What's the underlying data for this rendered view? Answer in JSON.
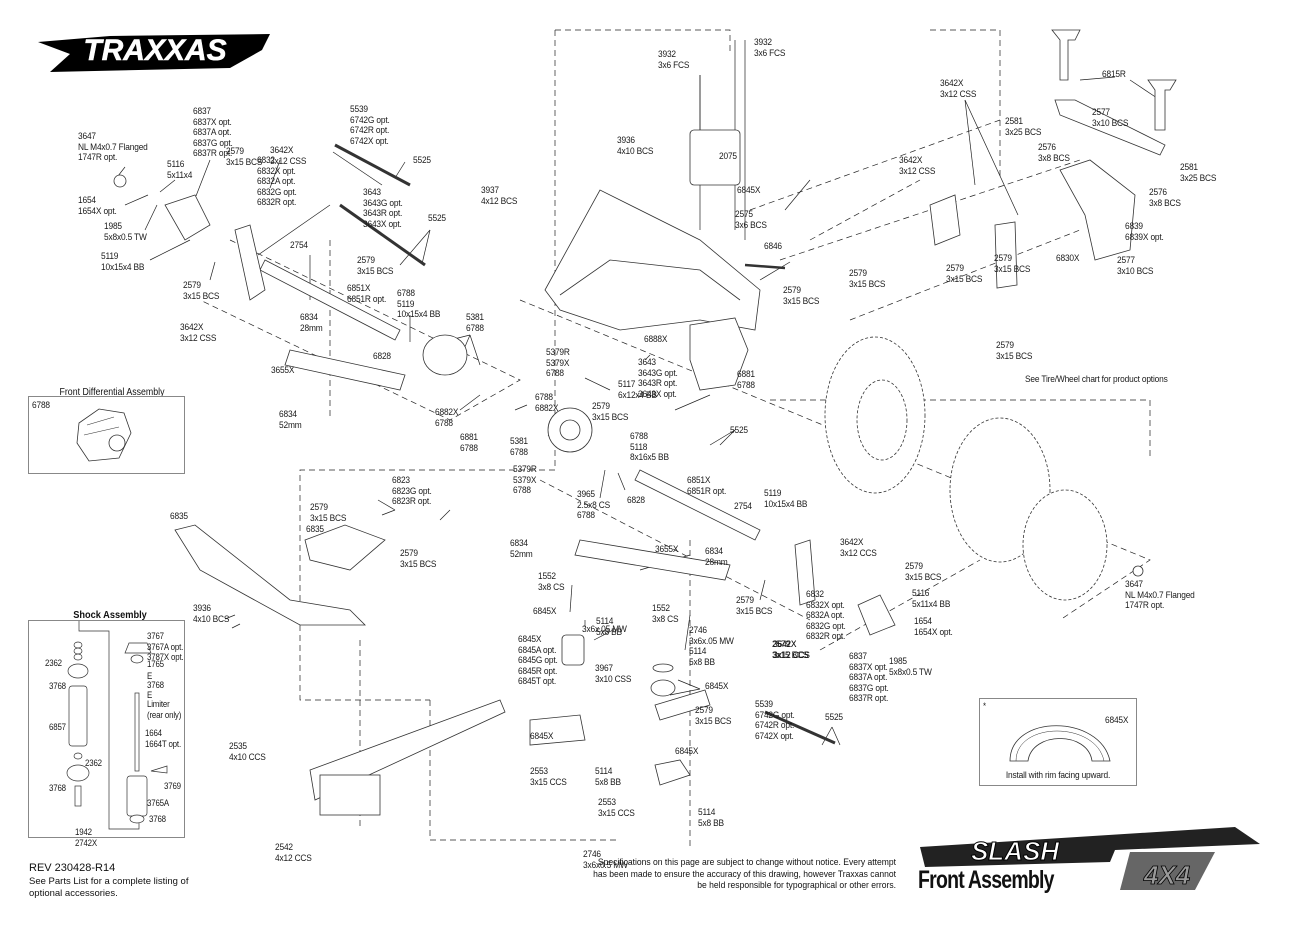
{
  "brand": {
    "logo_text": "TRAXXAS",
    "product_logo": "SLASH",
    "product_badge": "4X4"
  },
  "document": {
    "title": "Front Assembly",
    "revision": "REV 230428-R14",
    "parts_list_note": "See Parts List for a complete listing of optional accessories.",
    "disclaimer": "Specifications on this page are subject to change without notice.  Every attempt has been made to ensure the accuracy of this drawing, however Traxxas cannot be held responsible for typographical or other errors.",
    "tire_note": "See Tire/Wheel chart for product options"
  },
  "insets": {
    "front_differential": {
      "title": "Front Differential Assembly",
      "part": "6788"
    },
    "shock_assembly": {
      "title": "Shock Assembly",
      "labels": [
        "2362",
        "3768",
        "6857",
        "2362",
        "3768",
        "1942\n2742X",
        "3767\n3767A opt.\n3787X opt.",
        "1765",
        "E",
        "3768",
        "E",
        "Limiter\n(rear only)",
        "1664\n1664T opt.",
        "3769",
        "3765A",
        "3768"
      ]
    },
    "bumper_note": {
      "part": "6845X",
      "note": "Install with rim facing upward.",
      "marker": "*"
    }
  },
  "callouts": [
    "3647\nNL M4x0.7 Flanged\n1747R opt.",
    "5116\n5x11x4",
    "6837\n6837X opt.\n6837A opt.\n6837G opt.\n6837R opt.",
    "2579\n3x15 BCS",
    "3642X\n3x12 CSS",
    "1654\n1654X opt.",
    "1985\n5x8x0.5 TW",
    "5119\n10x15x4 BB",
    "2579\n3x15 BCS",
    "6832\n6832X opt.\n6832A opt.\n6832G opt.\n6832R opt.",
    "5539\n6742G opt.\n6742R opt.\n6742X opt.",
    "5525",
    "3643\n3643G opt.\n3643R opt.\n3643X opt.",
    "5525",
    "2754",
    "2579\n3x15 BCS",
    "6851X\n6851R opt.",
    "6788\n5119\n10x15x4 BB",
    "3642X\n3x12 CSS",
    "6834\n28mm",
    "6828",
    "3655X",
    "5381\n6788",
    "6834\n52mm",
    "3937\n4x12 BCS",
    "3936\n4x10 BCS",
    "3932\n3x6 FCS",
    "3932\n3x6 FCS",
    "2075",
    "6845X",
    "2575\n3x6 BCS",
    "6846",
    "2579\n3x15 BCS",
    "6888X",
    "5379R\n5379X\n6788",
    "5117\n6x12x4 BB",
    "6788\n6882X",
    "6882X\n6788",
    "2579\n3x15 BCS",
    "3643\n3643G opt.\n3643R opt.\n3643X opt.",
    "6881\n6788",
    "5381\n6788",
    "5379R\n5379X\n6788",
    "6788\n5118\n8x16x5 BB",
    "5525",
    "3965\n2.5x8 CS\n6788",
    "6828",
    "6851X\n6851R opt.",
    "2754",
    "5119\n10x15x4 BB",
    "6881\n6788",
    "6823\n6823G opt.\n6823R opt.",
    "2579\n3x15 BCS",
    "6835",
    "6835",
    "2579\n3x15 BCS",
    "3936\n4x10 BCS",
    "6834\n52mm",
    "3655X",
    "6834\n28mm",
    "2579\n3x15 BCS",
    "3642X\n3x12 CCS",
    "6832\n6832X opt.\n6832A opt.\n6832G opt.\n6832R opt.",
    "3642X\n3x12 CCS",
    "1552\n3x8 CS",
    "3x6x.05 MW",
    "6845X",
    "5114\n5x8 BB",
    "6845X\n6845A opt.\n6845G opt.\n6845R opt.\n6845T opt.",
    "3967\n3x10 CSS",
    "1552\n3x8 CS",
    "2746\n3x6x.05 MW",
    "5114\n5x8 BB",
    "6845X",
    "6845X",
    "2579\n3x15 BCS",
    "2553\n3x15 CCS",
    "5114\n5x8 BB",
    "6845X",
    "2553\n3x15 CCS",
    "5114\n5x8 BB",
    "5539\n6742G opt.\n6742R opt.\n6742X opt.",
    "5525",
    "6837\n6837X opt.\n6837A opt.\n6837G opt.\n6837R opt.",
    "2579\n3x15 BCS",
    "5116\n5x11x4 BB",
    "1654\n1654X opt.",
    "1985\n5x8x0.5 TW",
    "3647\nNL M4x0.7 Flanged\n1747R opt.",
    "3642X\n3x12 CCS",
    "2579\n3x15 BCS",
    "6830X",
    "2535\n4x10 CCS",
    "2542\n4x12 CCS",
    "2746\n3x6x0.5 MW",
    "3642X\n3x12 CSS",
    "3642X\n3x12 CSS",
    "2579\n3x15 BCS",
    "2579\n3x15 BCS",
    "2579\n3x15 BCS",
    "2579\n3x15 BCS",
    "6815R",
    "2581\n3x25 BCS",
    "2576\n3x8 BCS",
    "2577\n3x10 BCS",
    "2581\n3x25 BCS",
    "2576\n3x8 BCS",
    "6839\n6839X opt.",
    "2577\n3x10 BCS"
  ]
}
